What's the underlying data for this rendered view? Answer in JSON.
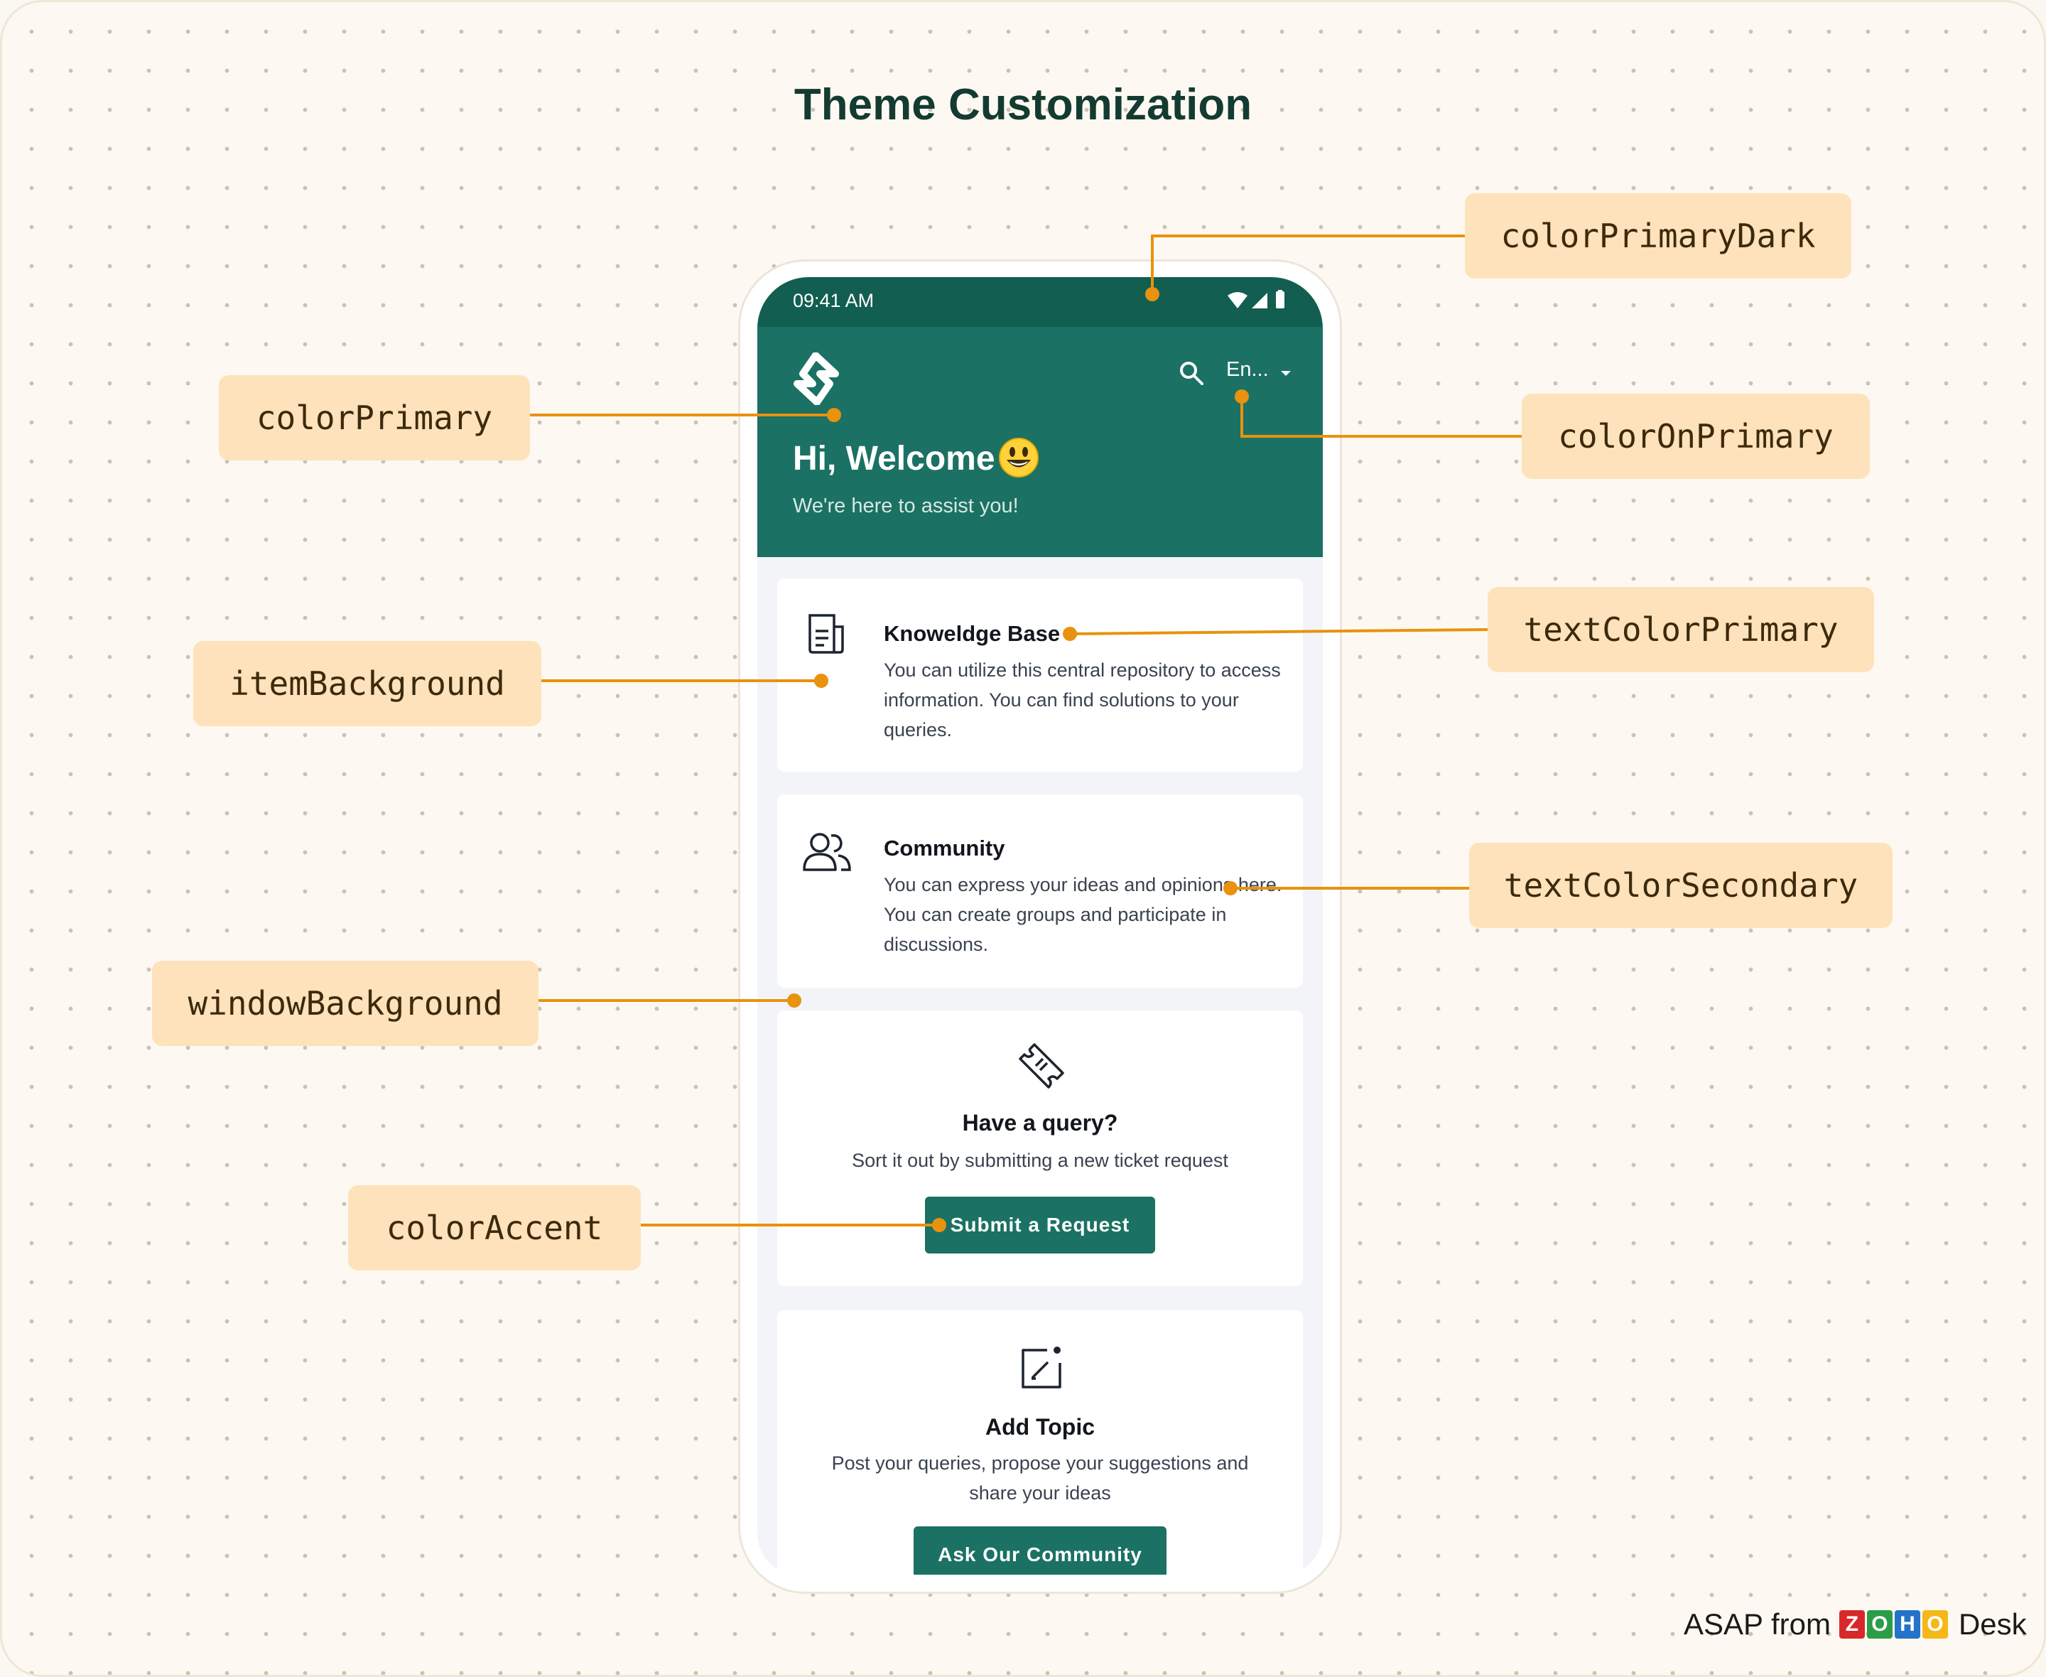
{
  "title": "Theme Customization",
  "labels": {
    "color_primary_dark": "colorPrimaryDark",
    "color_primary": "colorPrimary",
    "color_on_primary": "colorOnPrimary",
    "item_background": "itemBackground",
    "text_color_primary": "textColorPrimary",
    "text_color_secondary": "textColorSecondary",
    "window_background": "windowBackground",
    "color_accent": "colorAccent"
  },
  "phone": {
    "status_time": "09:41 AM",
    "language": "En...",
    "welcome": "Hi, Welcome",
    "subtitle": "We're here to assist you!",
    "cards": {
      "knowledge_base": {
        "title": "Knoweldge Base",
        "description": "You can utilize this central repository to access information. You can find solutions to your queries."
      },
      "community": {
        "title": "Community",
        "description": "You can express your ideas and opinions here. You can create groups and participate in discussions."
      },
      "query": {
        "title": "Have a query?",
        "description": "Sort it out by submitting a new ticket request",
        "button": "Submit a Request"
      },
      "add_topic": {
        "title": "Add Topic",
        "description": "Post your queries, propose your suggestions and share your ideas",
        "button": "Ask Our Community"
      }
    }
  },
  "brand": {
    "prefix": "ASAP from",
    "zoho_letters": [
      "Z",
      "O",
      "H",
      "O"
    ],
    "suffix": "Desk"
  },
  "colors": {
    "primary": "#1b7163",
    "primary_dark": "#125e50",
    "accent": "#1b7163",
    "connector": "#e8920e",
    "label_bg": "#fde2bb",
    "window_bg": "#f2f4f8",
    "zoho": [
      "#d8282a",
      "#2a9d46",
      "#2473c8",
      "#f5b819"
    ]
  },
  "icons": [
    "logo-icon",
    "wifi-icon",
    "signal-icon",
    "battery-icon",
    "search-icon",
    "caret-down-icon",
    "smiley-emoji-icon",
    "article-icon",
    "people-icon",
    "ticket-icon",
    "edit-square-icon"
  ]
}
